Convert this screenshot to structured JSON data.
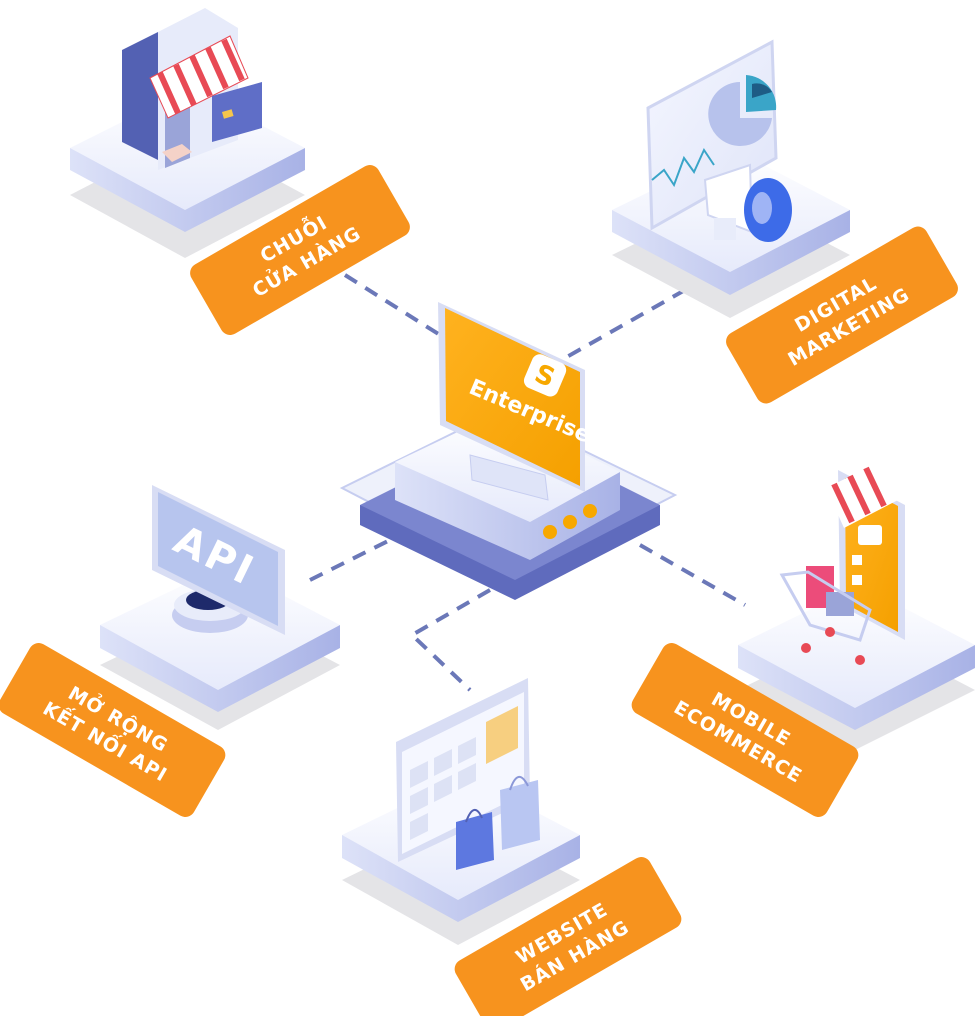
{
  "colors": {
    "orange": "#f7931e",
    "connector": "#6b78b8",
    "platform_top": "#eef1fb",
    "platform_side": "#c6cdf0",
    "shadow": "#e3e3e6",
    "navy": "#5a66b8"
  },
  "center": {
    "brand_name": "Enterprise",
    "logo_letter": "S"
  },
  "nodes": {
    "store": {
      "line1": "CHUỖI",
      "line2": "CỬA HÀNG",
      "icon": "storefront-icon"
    },
    "marketing": {
      "line1": "DIGITAL",
      "line2": "MARKETING",
      "icon": "megaphone-chart-icon"
    },
    "api": {
      "screen_text": "API",
      "line1": "MỞ RỘNG",
      "line2": "KẾT NỐI API",
      "icon": "api-monitor-icon"
    },
    "mobile": {
      "line1": "MOBILE",
      "line2": "ECOMMERCE",
      "icon": "phone-cart-icon"
    },
    "website": {
      "line1": "WEBSITE",
      "line2": "BÁN HÀNG",
      "icon": "browser-bags-icon"
    }
  }
}
